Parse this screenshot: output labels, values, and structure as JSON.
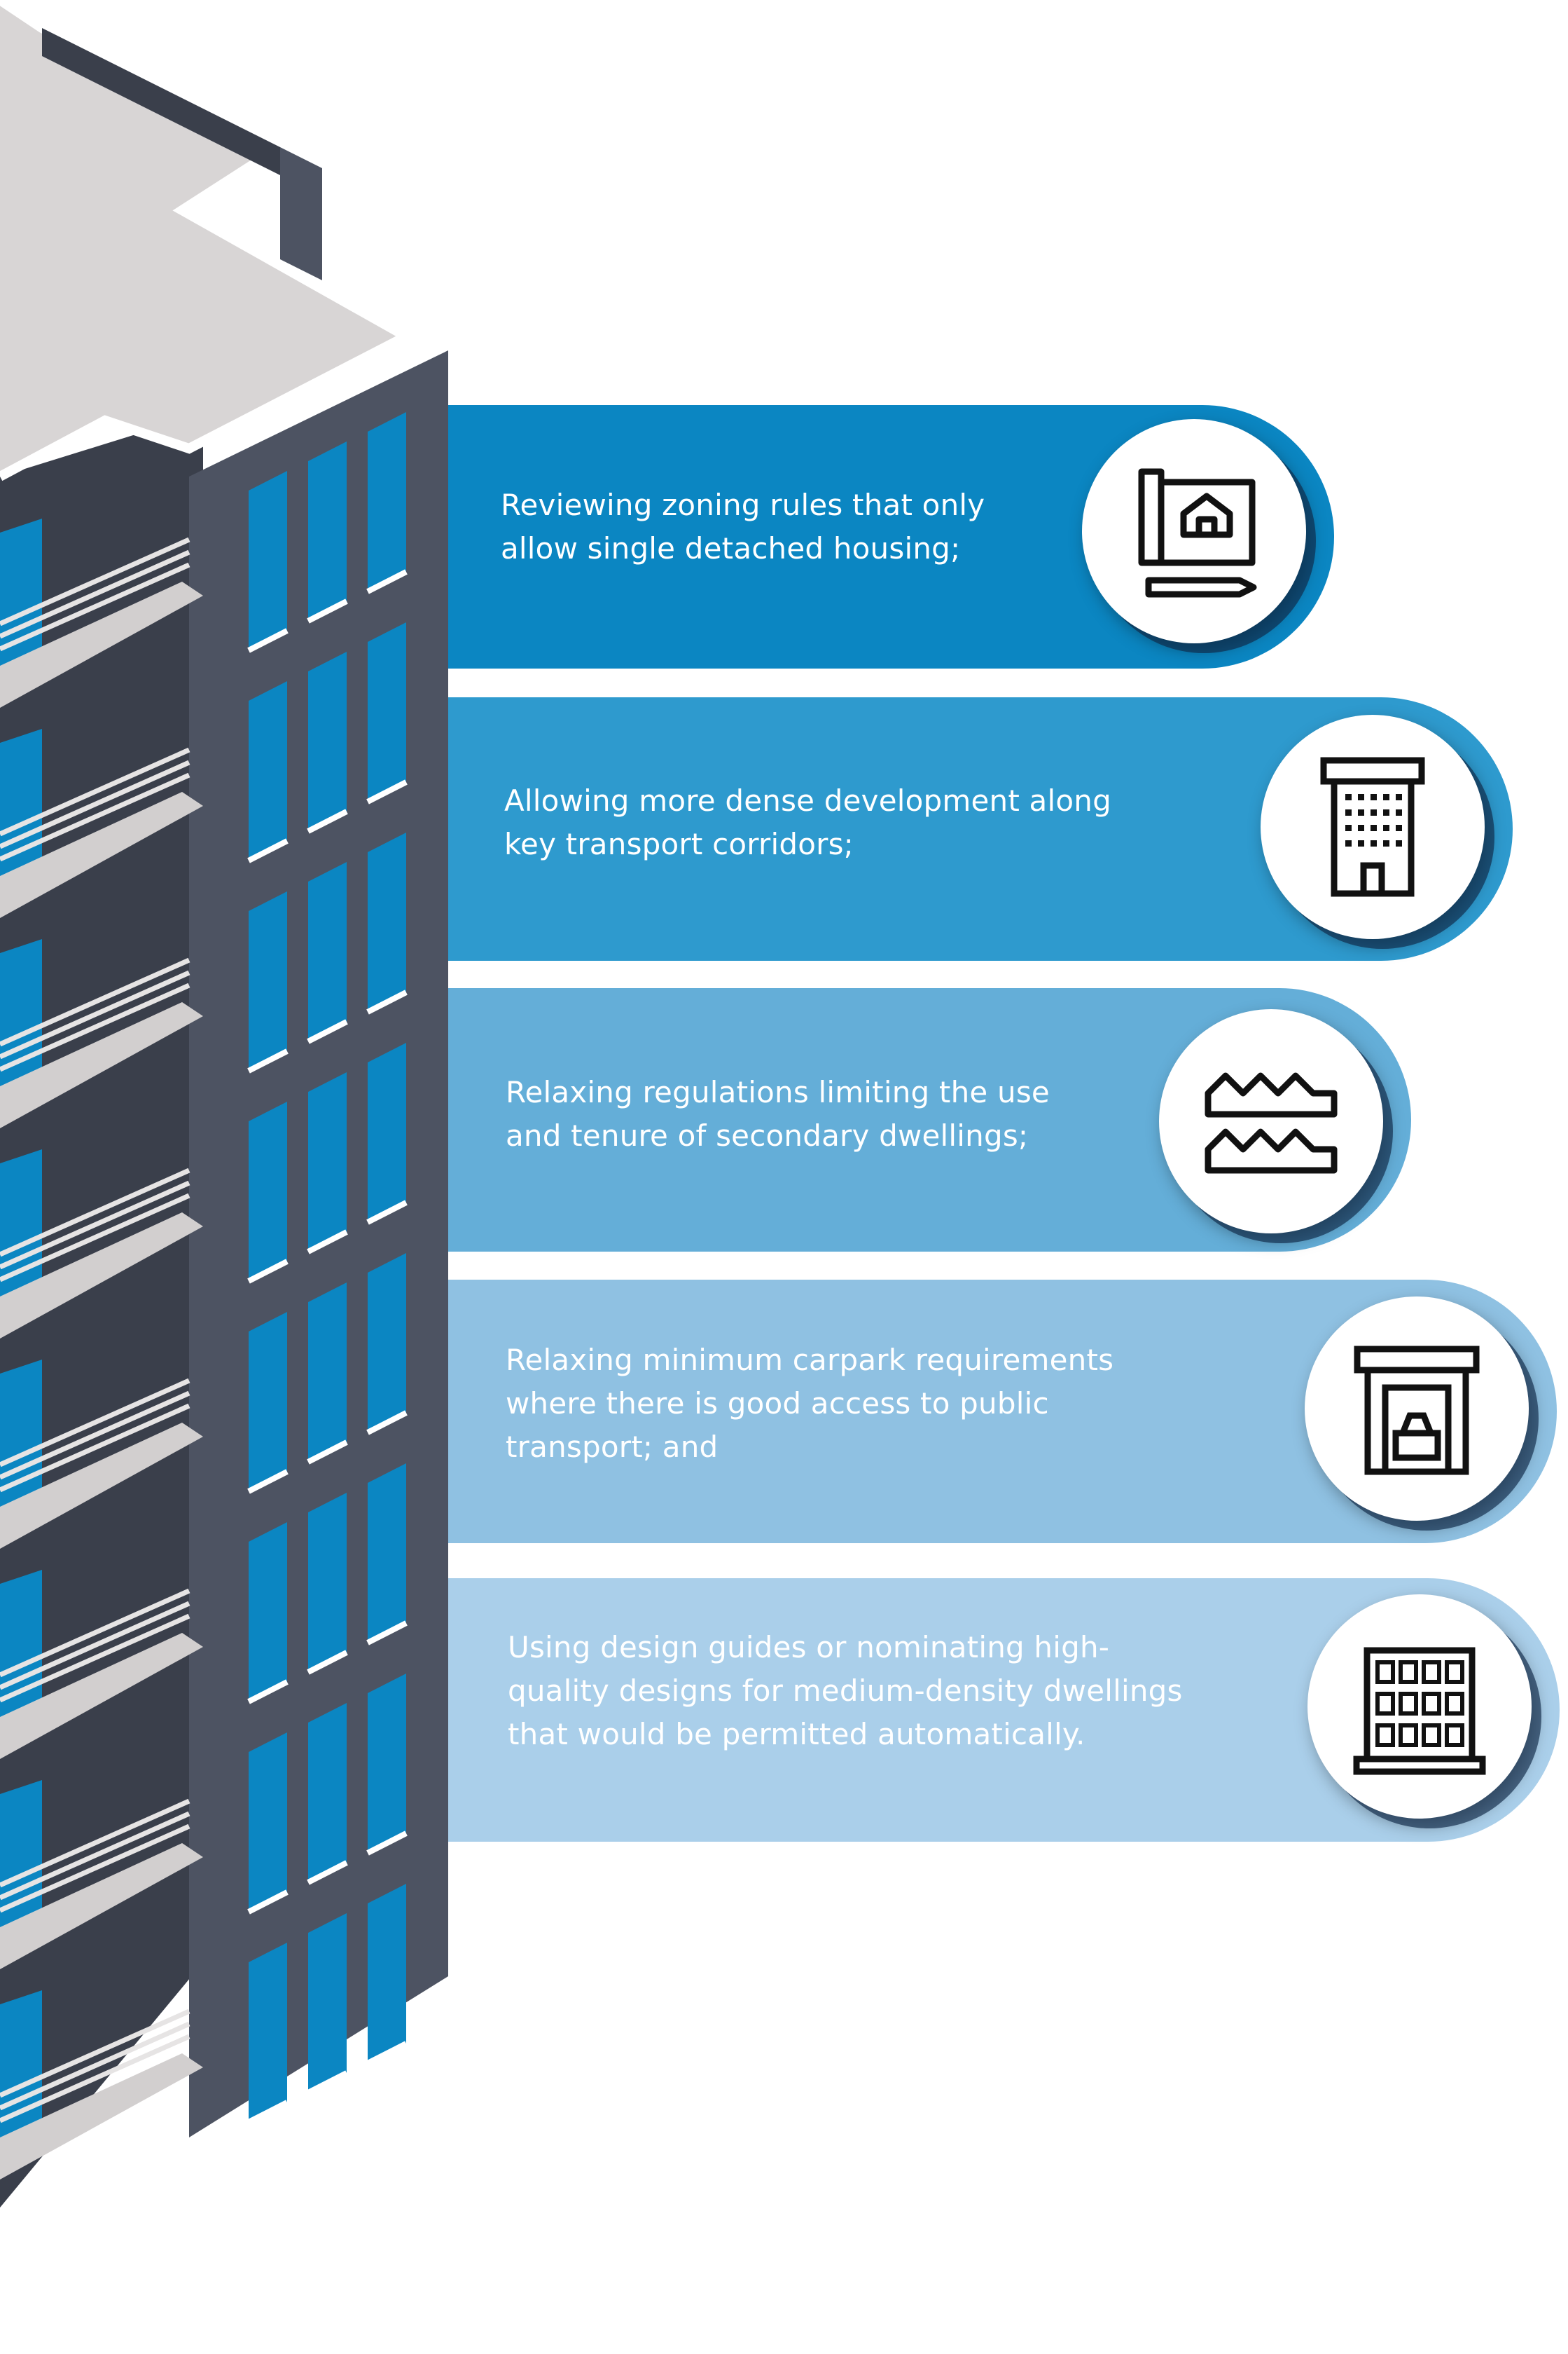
{
  "items": [
    {
      "text": "Reviewing zoning rules that only\nallow single detached housing;",
      "icon": "blueprint-house-icon",
      "color": "#0b86c2"
    },
    {
      "text": "Allowing more dense development along\nkey transport corridors;",
      "icon": "office-building-icon",
      "color": "#2e9ace"
    },
    {
      "text": "Relaxing regulations limiting the use\nand tenure of secondary dwellings;",
      "icon": "row-houses-icon",
      "color": "#64aed8"
    },
    {
      "text": "Relaxing minimum carpark requirements\nwhere there is good access to public\ntransport; and",
      "icon": "garage-icon",
      "color": "#8fc1e2"
    },
    {
      "text": "Using design guides or nominating high-\nquality designs for medium-density dwellings\nthat would be permitted automatically.",
      "icon": "apartment-block-icon",
      "color": "#aacfea"
    }
  ],
  "colors": {
    "building_front": "#4d5362",
    "building_dark": "#343944",
    "roof": "#d8d5d5",
    "window": "#0b86c2",
    "balcony": "#d2cfcf"
  }
}
